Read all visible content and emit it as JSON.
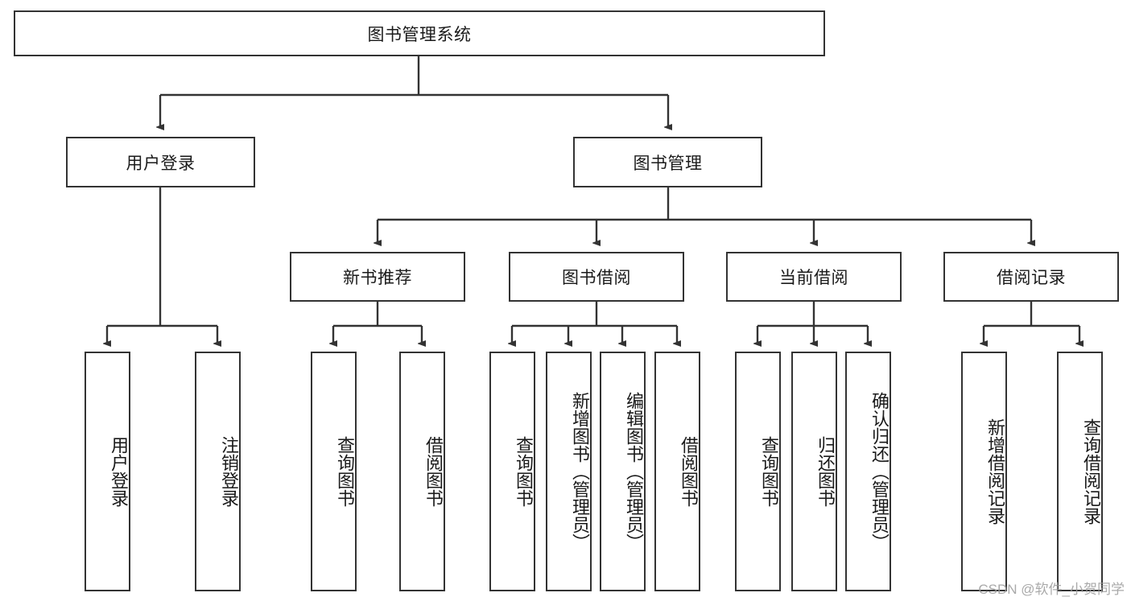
{
  "diagram": {
    "title": "图书管理系统",
    "type": "hierarchy-tree",
    "colors": {
      "box_border": "#333333",
      "box_fill": "#ffffff",
      "edge": "#333333",
      "text": "#1a1a1a",
      "watermark": "#9b9b9b",
      "background": "#ffffff"
    },
    "root": {
      "label": "图书管理系统"
    },
    "level2": [
      {
        "label": "用户登录"
      },
      {
        "label": "图书管理"
      }
    ],
    "level3": [
      {
        "label": "新书推荐"
      },
      {
        "label": "图书借阅"
      },
      {
        "label": "当前借阅"
      },
      {
        "label": "借阅记录"
      }
    ],
    "leaves": {
      "user_login": [
        {
          "label": "用户登录"
        },
        {
          "label": "注销登录"
        }
      ],
      "new_book_recommend": [
        {
          "label": "查询图书"
        },
        {
          "label": "借阅图书"
        }
      ],
      "book_borrow": [
        {
          "label": "查询图书"
        },
        {
          "label": "新增图书（管理员）"
        },
        {
          "label": "编辑图书（管理员）"
        },
        {
          "label": "借阅图书"
        }
      ],
      "current_borrow": [
        {
          "label": "查询图书"
        },
        {
          "label": "归还图书"
        },
        {
          "label": "确认归还（管理员）"
        }
      ],
      "borrow_record": [
        {
          "label": "新增借阅记录"
        },
        {
          "label": "查询借阅记录"
        }
      ]
    }
  },
  "watermark": {
    "text": "CSDN @软件_小贺同学"
  }
}
